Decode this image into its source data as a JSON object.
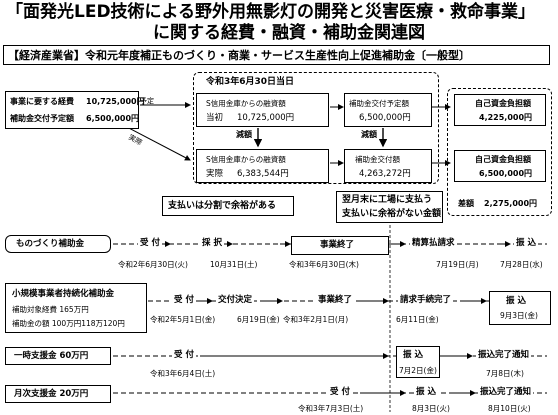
{
  "title": {
    "line1": "「面発光LED技術による野外用無影灯の開発と災害医療・救命事業」",
    "line2": "に関する経費・融資・補助金関連図"
  },
  "subsidy_banner": "【経済産業省】令和元年度補正ものづくり・商業・サービス生産性向上促進補助金〔一般型〕",
  "project": {
    "cost_label": "事業に要する経費",
    "cost_value": "10,725,000円",
    "grant_label": "補助金交付予定額",
    "grant_value": "6,500,000円",
    "arrow_plan": "予定",
    "arrow_actual": "実際"
  },
  "reiwa_header": "令和3年6月30日当日",
  "loan": {
    "planned_label": "S信用金庫からの融資額",
    "planned_sub": "当初",
    "planned_value": "10,725,000円",
    "reduced": "減額",
    "actual_label": "S信用金庫からの融資額",
    "actual_sub": "実際",
    "actual_value": "6,383,544円"
  },
  "grant": {
    "planned_label": "補助金交付予定額",
    "planned_value": "6,500,000円",
    "reduced": "減額",
    "actual_label": "補助金交付額",
    "actual_value": "4,263,272円"
  },
  "self_funds": {
    "top_label": "自己資金負担額",
    "top_value": "4,225,000円",
    "bottom_label": "自己資金負担額",
    "bottom_value": "6,500,000円",
    "diff_label": "差額",
    "diff_value": "2,275,000円"
  },
  "notes": {
    "installment": "支払いは分割で余裕がある",
    "next_month_1": "翌月末に工場に支払う",
    "next_month_2": "支払いに余裕がない金額"
  },
  "timelines": {
    "monozukuri": {
      "label": "ものづくり補助金",
      "steps": [
        {
          "label": "受 付",
          "date": "令和2年6月30日(火)"
        },
        {
          "label": "採 択",
          "date": "10月31日(土)"
        },
        {
          "label": "事業終了",
          "date": "令和3年6月30日(木)"
        },
        {
          "label": "精算払請求",
          "date": "7月19日(月)"
        },
        {
          "label": "振 込",
          "date": "7月28日(水)"
        }
      ]
    },
    "jizoku": {
      "label": "小規模事業者持続化補助金",
      "sub1": "補助対象経費  165万円",
      "sub2": "補助金の額  100万円118万120円",
      "steps": [
        {
          "label": "受 付",
          "date": "令和2年5月1日(金)"
        },
        {
          "label": "交付決定",
          "date": "6月19日(金)"
        },
        {
          "label": "事業終了",
          "date": "令和3年2月1日(月)"
        },
        {
          "label": "請求手続完了",
          "date": "6月11日(金)"
        },
        {
          "label": "振 込",
          "date": "9月3日(金)"
        }
      ]
    },
    "ichiji": {
      "label": "一時支援金  60万円",
      "steps": [
        {
          "label": "受 付",
          "date": "令和3年6月4日(土)"
        },
        {
          "label": "振 込",
          "date": "7月2日(金)"
        },
        {
          "label": "振込完了通知",
          "date": "7月8日(木)"
        }
      ]
    },
    "getsuji": {
      "label": "月次支援金  20万円",
      "steps": [
        {
          "label": "受 付",
          "date": "令和3年7月3日(土)"
        },
        {
          "label": "振 込",
          "date": "8月3日(火)"
        },
        {
          "label": "振込完了通知",
          "date": "8月10日(火)"
        }
      ]
    }
  }
}
